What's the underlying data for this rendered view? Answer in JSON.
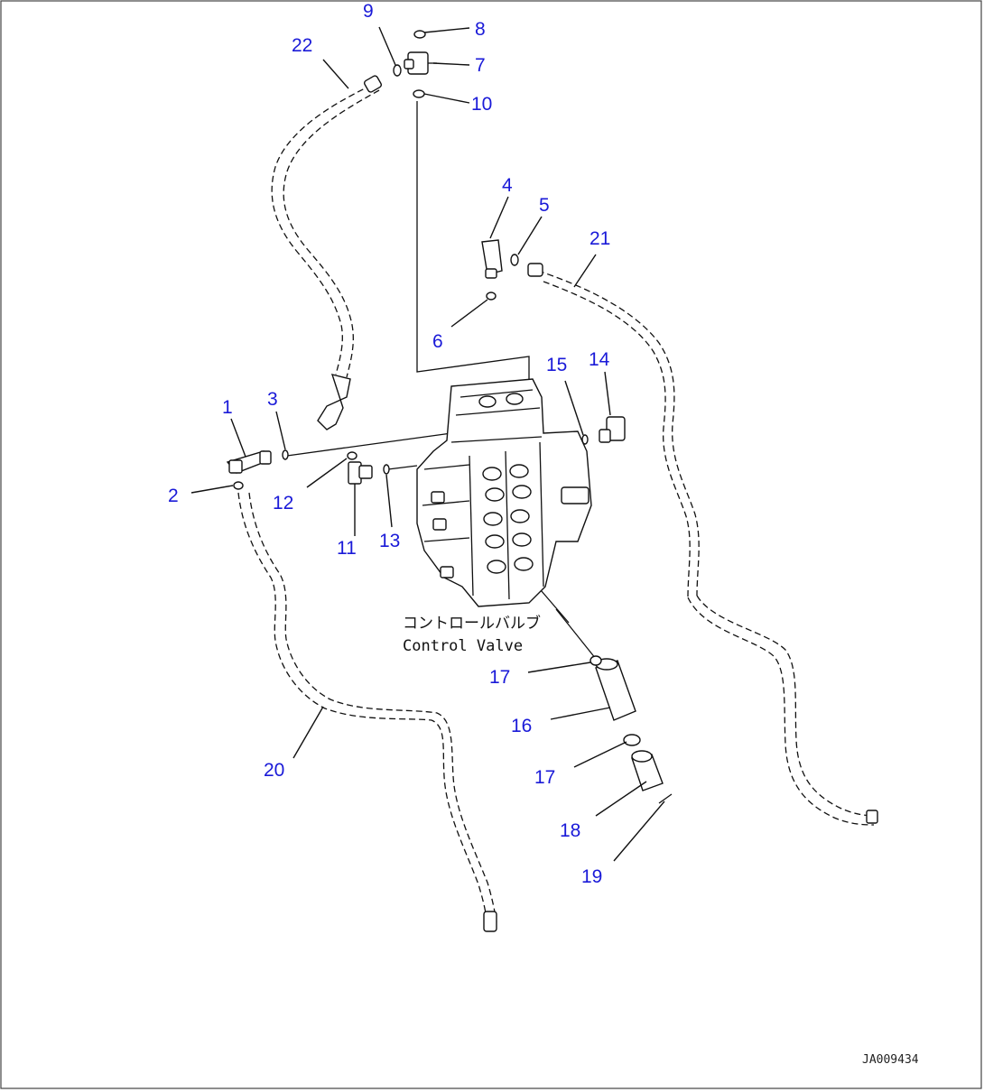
{
  "callouts": [
    {
      "id": "1",
      "text": "1"
    },
    {
      "id": "2",
      "text": "2"
    },
    {
      "id": "3",
      "text": "3"
    },
    {
      "id": "4",
      "text": "4"
    },
    {
      "id": "5",
      "text": "5"
    },
    {
      "id": "6",
      "text": "6"
    },
    {
      "id": "7",
      "text": "7"
    },
    {
      "id": "8",
      "text": "8"
    },
    {
      "id": "9",
      "text": "9"
    },
    {
      "id": "10",
      "text": "10"
    },
    {
      "id": "11",
      "text": "11"
    },
    {
      "id": "12",
      "text": "12"
    },
    {
      "id": "13",
      "text": "13"
    },
    {
      "id": "14",
      "text": "14"
    },
    {
      "id": "15",
      "text": "15"
    },
    {
      "id": "16",
      "text": "16"
    },
    {
      "id": "17a",
      "text": "17"
    },
    {
      "id": "17b",
      "text": "17"
    },
    {
      "id": "18",
      "text": "18"
    },
    {
      "id": "19",
      "text": "19"
    },
    {
      "id": "20",
      "text": "20"
    },
    {
      "id": "21",
      "text": "21"
    },
    {
      "id": "22",
      "text": "22"
    }
  ],
  "valve_label_jp": "コントロールバルブ",
  "valve_label_en": "Control Valve",
  "drawing_id": "JA009434",
  "colors": {
    "callout": "#1a1ad8",
    "line": "#111111",
    "frame": "#444444"
  }
}
